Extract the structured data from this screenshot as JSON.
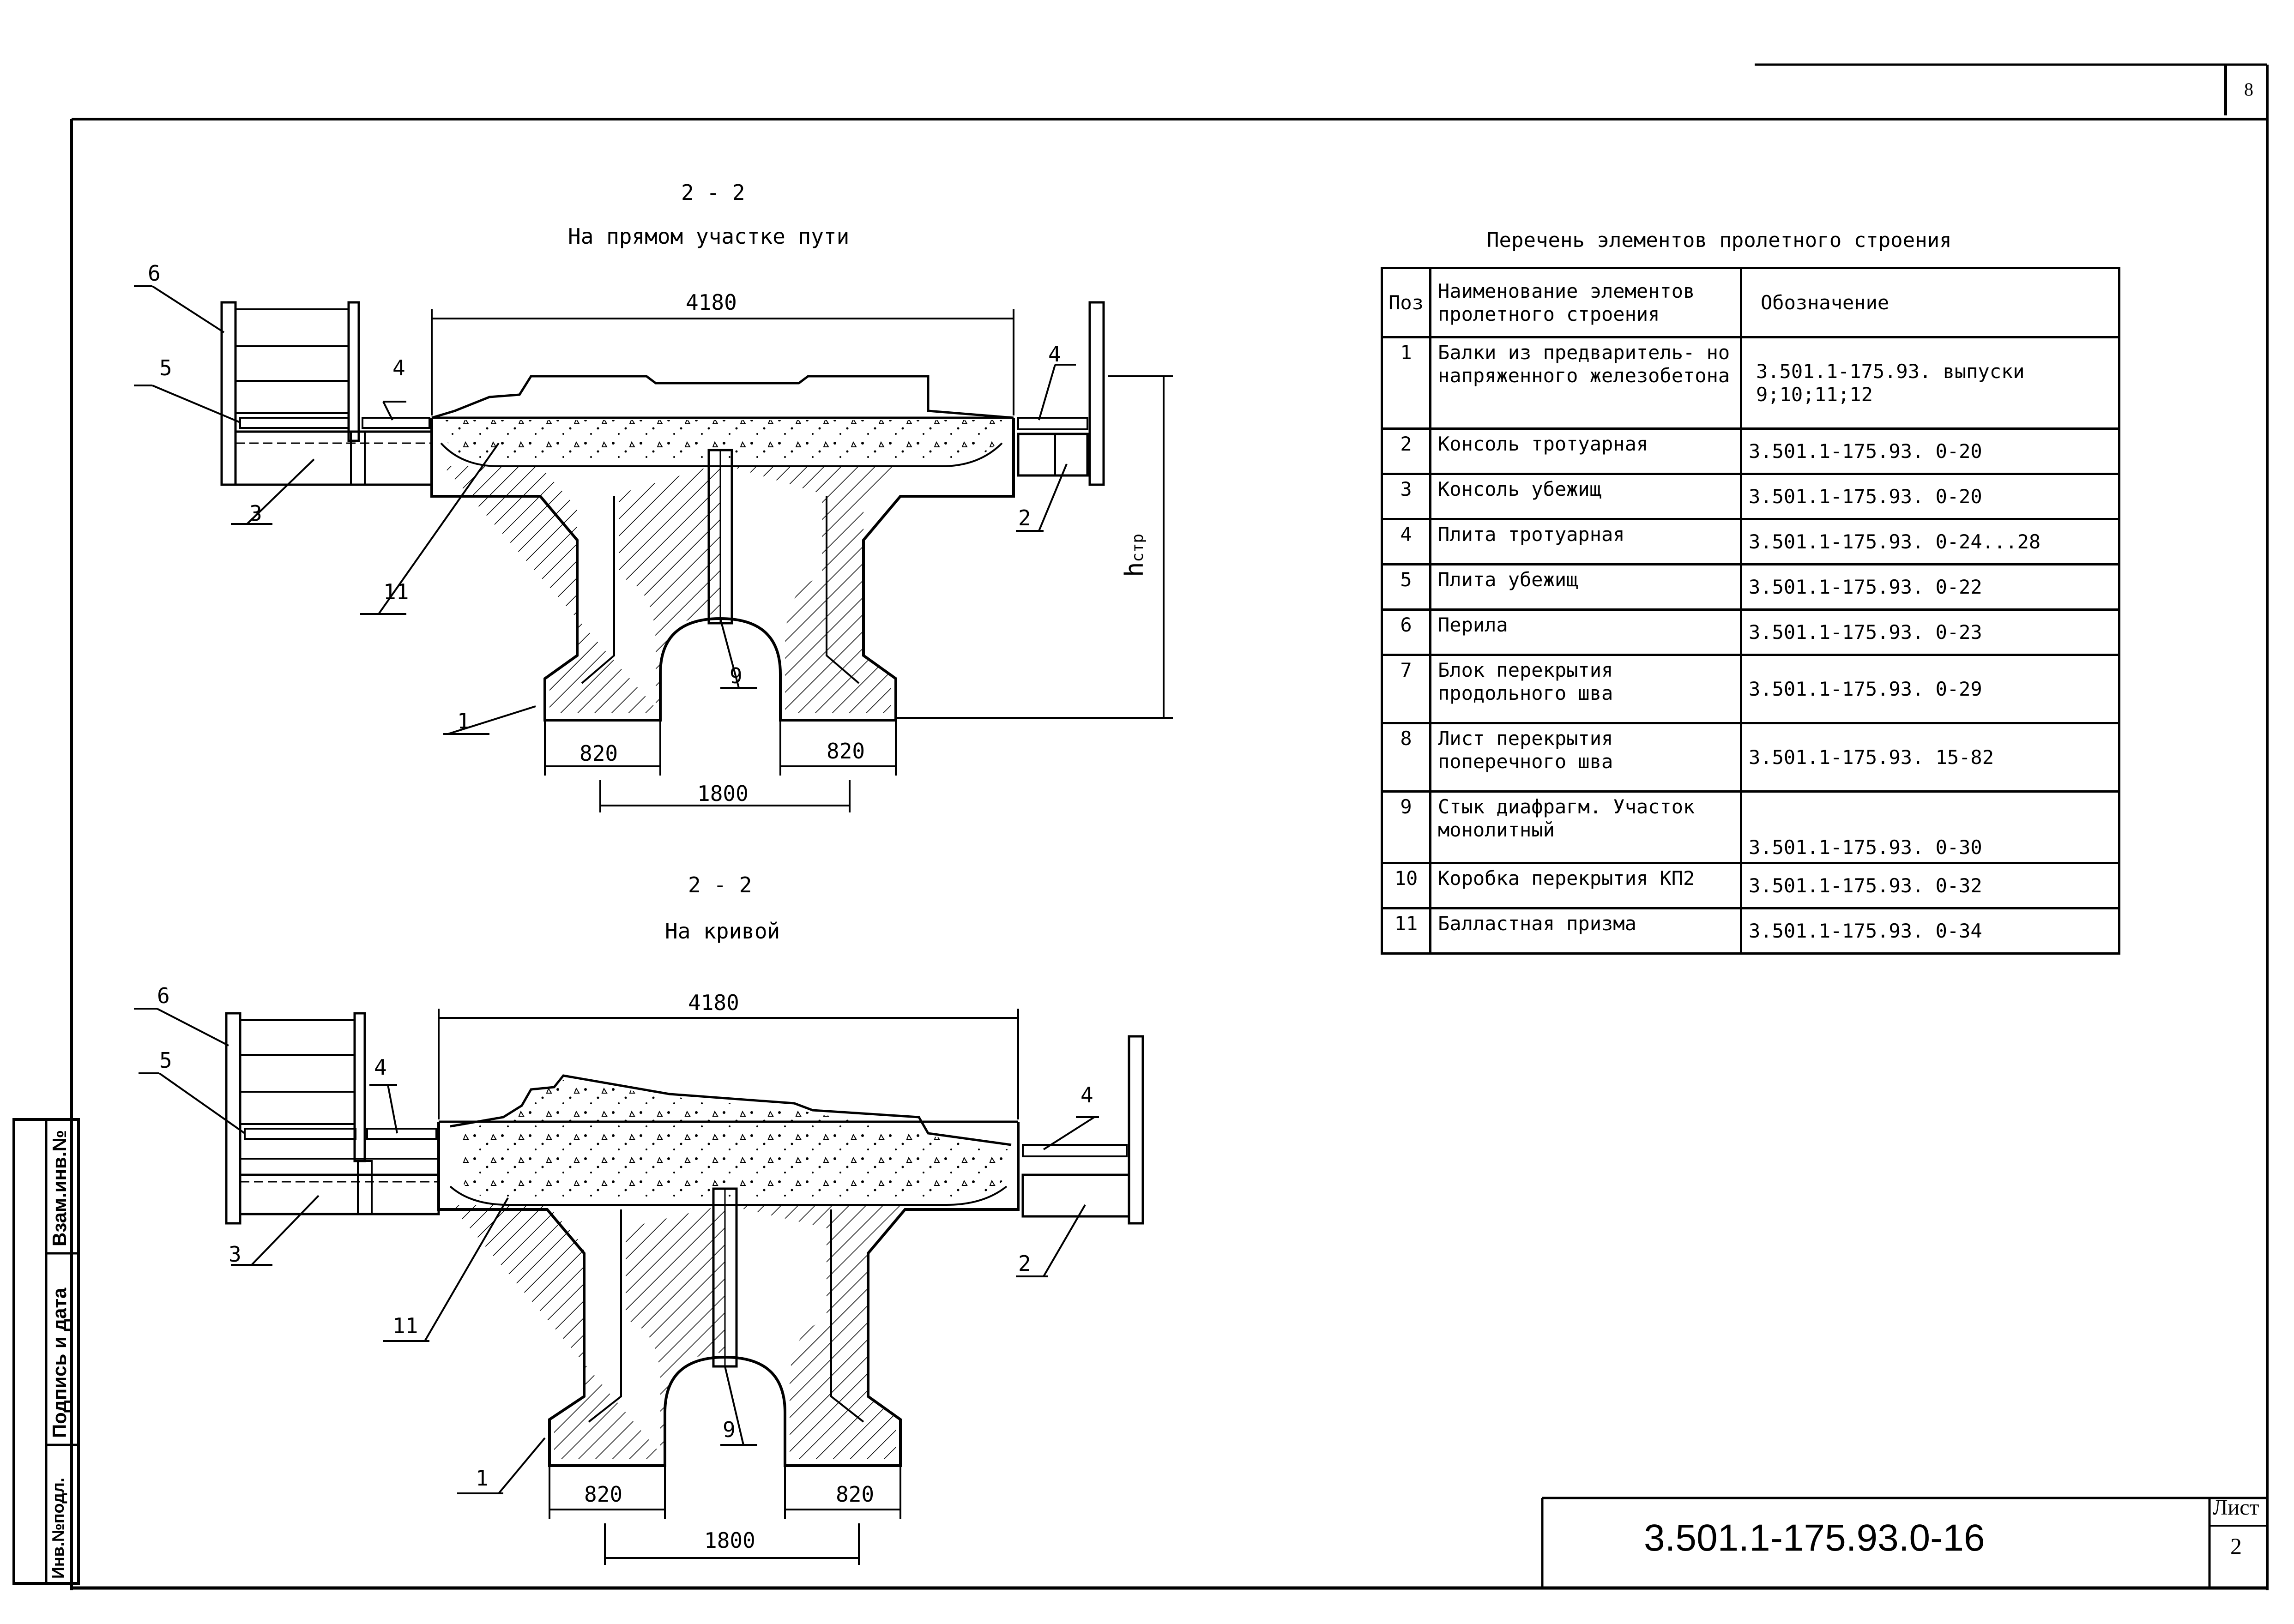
{
  "section_top": {
    "label": "2 - 2",
    "subtitle": "На прямом участке пути",
    "dim_width": "4180",
    "dim_left_flange": "820",
    "dim_right_flange": "820",
    "dim_between": "1800",
    "height_label": "h",
    "height_sub": "стр",
    "callouts": [
      "6",
      "5",
      "4",
      "4",
      "3",
      "2",
      "11",
      "9",
      "1"
    ]
  },
  "section_bottom": {
    "label": "2 - 2",
    "subtitle": "На кривой",
    "dim_width": "4180",
    "dim_left_flange": "820",
    "dim_right_flange": "820",
    "dim_between": "1800",
    "callouts": [
      "6",
      "5",
      "4",
      "4",
      "3",
      "2",
      "11",
      "9",
      "1"
    ]
  },
  "spec_table": {
    "caption": "Перечень элементов пролетного строения",
    "headers": [
      "Поз",
      "Наименование элементов пролетного строения",
      "Обозначение"
    ],
    "rows": [
      {
        "pos": "1",
        "name": "Балки из предваритель- но напряженного железобетона",
        "code": "3.501.1-175.93. выпуски 9;10;11;12"
      },
      {
        "pos": "2",
        "name": "Консоль тротуарная",
        "code": "3.501.1-175.93. 0-20"
      },
      {
        "pos": "3",
        "name": "Консоль убежищ",
        "code": "3.501.1-175.93. 0-20"
      },
      {
        "pos": "4",
        "name": "Плита тротуарная",
        "code": "3.501.1-175.93. 0-24...28"
      },
      {
        "pos": "5",
        "name": "Плита убежищ",
        "code": "3.501.1-175.93. 0-22"
      },
      {
        "pos": "6",
        "name": "Перила",
        "code": "3.501.1-175.93. 0-23"
      },
      {
        "pos": "7",
        "name": "Блок перекрытия продольного шва",
        "code": "3.501.1-175.93. 0-29"
      },
      {
        "pos": "8",
        "name": "Лист перекрытия поперечного шва",
        "code": "3.501.1-175.93. 15-82"
      },
      {
        "pos": "9",
        "name": "Стык диафрагм. Участок монолитный",
        "code": "3.501.1-175.93. 0-30"
      },
      {
        "pos": "10",
        "name": "Коробка перекрытия КП2",
        "code": "3.501.1-175.93. 0-32"
      },
      {
        "pos": "11",
        "name": "Балластная призма",
        "code": "3.501.1-175.93. 0-34"
      }
    ]
  },
  "stamp": {
    "code": "3.501.1-175.93.0-16",
    "sheet_label": "Лист",
    "sheet_number": "2"
  },
  "sidebar": {
    "cells": [
      "Взам.инв.№",
      "Подпись и дата",
      "Инв.№подл."
    ]
  },
  "corner_mark": "8"
}
